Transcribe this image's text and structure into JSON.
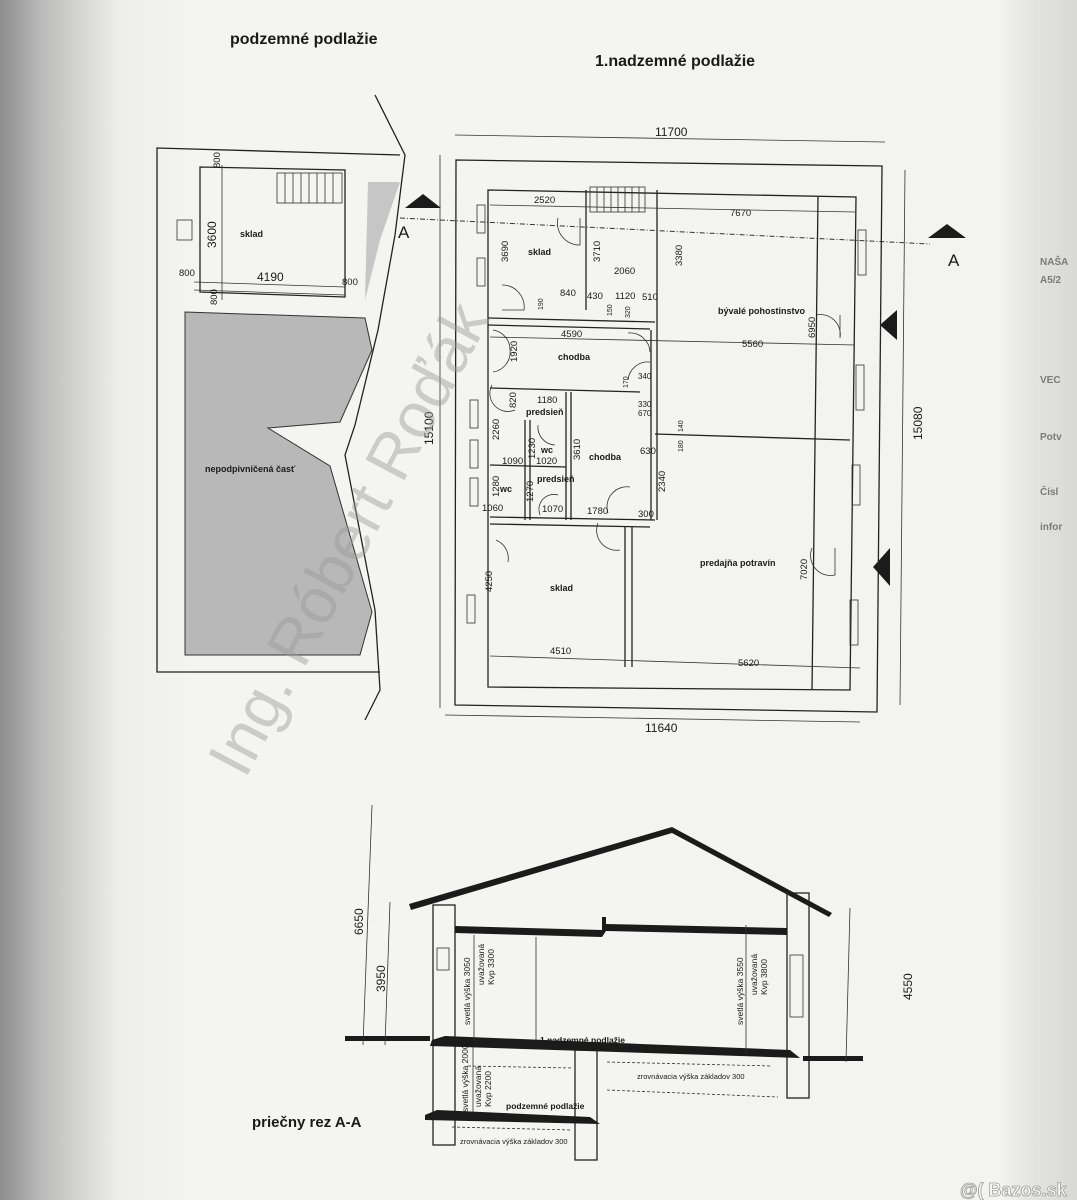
{
  "titles": {
    "basement": "podzemné podlažie",
    "ground_floor": "1.nadzemné podlažie",
    "section": "priečny rez A-A"
  },
  "section_marks": {
    "left": "A",
    "right": "A"
  },
  "watermark": "Ing. Róbert Roďák",
  "logo": "@( Bazos.sk",
  "edge_fragments": [
    "NAŠA",
    "A5/2",
    "VEC",
    "Potv",
    "Čísl",
    "infor"
  ],
  "basement": {
    "rooms": {
      "sklad": "sklad",
      "unbasemented": "nepodpivničená časť"
    },
    "dims": [
      "800",
      "3600",
      "800",
      "4190",
      "800",
      "800"
    ]
  },
  "ground_floor": {
    "rooms": {
      "sklad_top": "sklad",
      "former_pub": "bývalé pohostinstvo",
      "corridor_1": "chodba",
      "hall_1": "predsieň",
      "wc_1": "wc",
      "corridor_2": "chodba",
      "hall_2": "predsieň",
      "wc_2": "wc",
      "sklad_bottom": "sklad",
      "grocery": "predajňa potravín"
    },
    "overall_dims": {
      "top": "11700",
      "bottom": "11640",
      "left": "15100",
      "right": "15080"
    },
    "dims": [
      "2520",
      "7670",
      "3690",
      "3710",
      "3380",
      "2060",
      "840",
      "430",
      "1120",
      "510",
      "4590",
      "5560",
      "6950",
      "1920",
      "1180",
      "820",
      "2260",
      "1090",
      "1230",
      "1020",
      "3610",
      "630",
      "2340",
      "1280",
      "1270",
      "1060",
      "1070",
      "1780",
      "300",
      "4250",
      "4510",
      "5620",
      "7020",
      "340",
      "330",
      "670",
      "150",
      "320",
      "190",
      "140",
      "180",
      "170"
    ]
  },
  "section": {
    "heights": {
      "total": "6650",
      "left": "3950",
      "right": "4550"
    },
    "ground_floor_label": "1.nadzemné podlažie",
    "basement_label": "podzemné podlažie",
    "left_clear": "svetlá výška 3050",
    "left_considered": "uvažovaná",
    "left_kvp": "Kvp 3300",
    "right_clear": "svetlá výška 3550",
    "right_considered": "uvažovaná",
    "right_kvp": "Kvp 3800",
    "basement_clear": "svetlá výška 2000",
    "basement_considered": "uvažovaná",
    "basement_kvp": "Kvp 2200",
    "foundation_1": "zrovnávacia výška základov 300",
    "foundation_2": "zrovnávacia výška základov 300"
  }
}
